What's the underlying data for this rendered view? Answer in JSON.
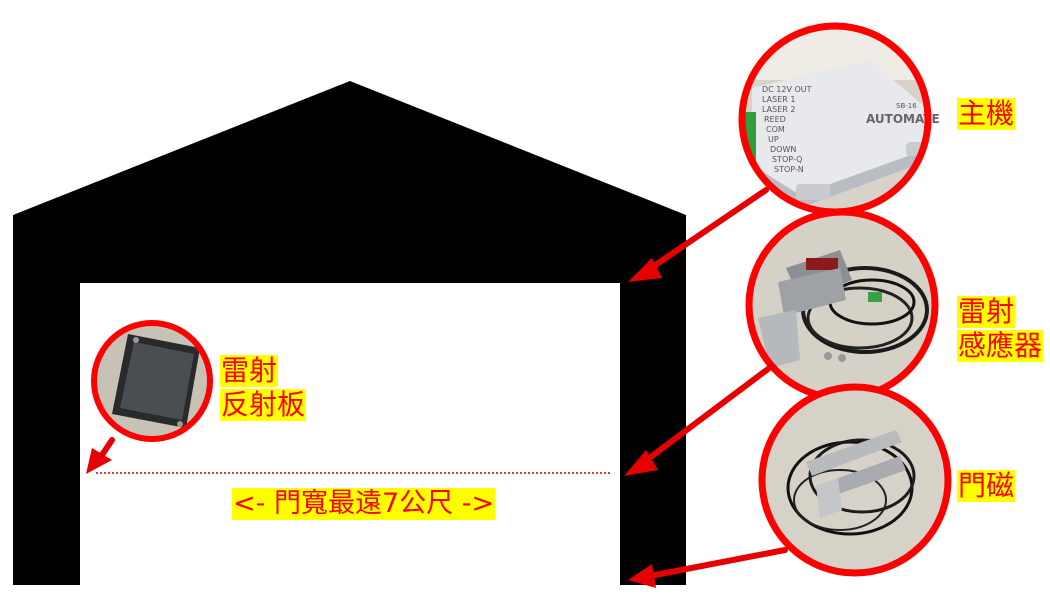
{
  "labels": {
    "controller": "主機",
    "laser_sensor": [
      "雷射",
      "感應器"
    ],
    "reflector": [
      "雷射",
      "反射板"
    ],
    "door_magnet": "門磁",
    "width_note": "<- 門寬最遠7公尺 ->"
  },
  "controller_device": {
    "terminal_lines": [
      "DC 12V OUT",
      "LASER 1",
      "LASER 2",
      "REED",
      "COM",
      "UP",
      "DOWN",
      "STOP-Q",
      "STOP-N"
    ],
    "brand": "AUTOMATE",
    "small_text": "SB-16"
  },
  "colors": {
    "wall": "#000000",
    "circle_border": "#ff0000",
    "arrow": "#e60000",
    "label_bg": "#ffff00",
    "label_text": "#ff0000"
  }
}
